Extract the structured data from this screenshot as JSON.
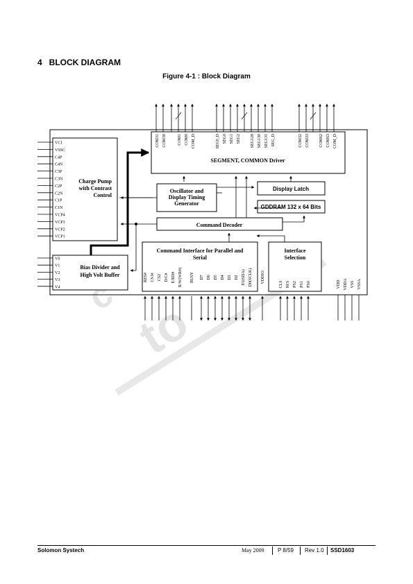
{
  "section_title": "4   BLOCK DIAGRAM",
  "figure_caption": "Figure 4-1 : Block Diagram",
  "blocks": {
    "segment_driver": "SEGMENT, COMMON Driver",
    "charge_pump": [
      "Charge Pump",
      "with Contrast",
      "Control"
    ],
    "oscillator": [
      "Oscillator and",
      "Display Timing",
      "Generator"
    ],
    "display_latch": "Display Latch",
    "gddram": "GDDRAM 132 x 64 Bits",
    "command_decoder": "Command Decoder",
    "command_interface": [
      "Command Interface for Parallel and",
      "Serial"
    ],
    "interface_selection": [
      "Interface",
      "Selection"
    ],
    "bias_divider": [
      "Bias Divider and",
      "High Volt Buffer"
    ]
  },
  "driver_output_pins": [
    "COM31",
    "COM30",
    "COM1",
    "COM0",
    "COM_D",
    "SEG0_D",
    "SEG0",
    "SEG1",
    "SEG2",
    "SEG128",
    "SEG130",
    "SEG131",
    "SEG_D",
    "COM32",
    "COM33",
    "COM62",
    "COM63",
    "COM_D"
  ],
  "charge_pump_pins": [
    "VCI",
    "VSSC",
    "C4P",
    "C4N",
    "C3P",
    "C3N",
    "C2P",
    "C2N",
    "C1P",
    "C1N",
    "VCP4",
    "VCP3",
    "VCP2",
    "VCP1"
  ],
  "bias_pins": [
    "V0",
    "V1",
    "V2",
    "V3",
    "V4"
  ],
  "interface_pins": [
    "RES#",
    "CS1#",
    "CS2",
    "D/C#",
    "E/RD#",
    "R/W(WR#)",
    "BUSY",
    "D7",
    "D6",
    "D5",
    "D4",
    "D3",
    "D2",
    "D1(SDA)",
    "D0(SCLK)",
    "VDDIO"
  ],
  "selection_pins": [
    "CLS",
    "M/S",
    "PS2",
    "PS1",
    "PS0"
  ],
  "power_pins": [
    "VDD",
    "VDDA",
    "VSS",
    "VSSA"
  ],
  "watermark": "to",
  "footer": {
    "company": "Solomon Systech",
    "date": "May 2009",
    "page": "P 8/59",
    "revision": "Rev 1.0",
    "part": "SSD1603"
  }
}
